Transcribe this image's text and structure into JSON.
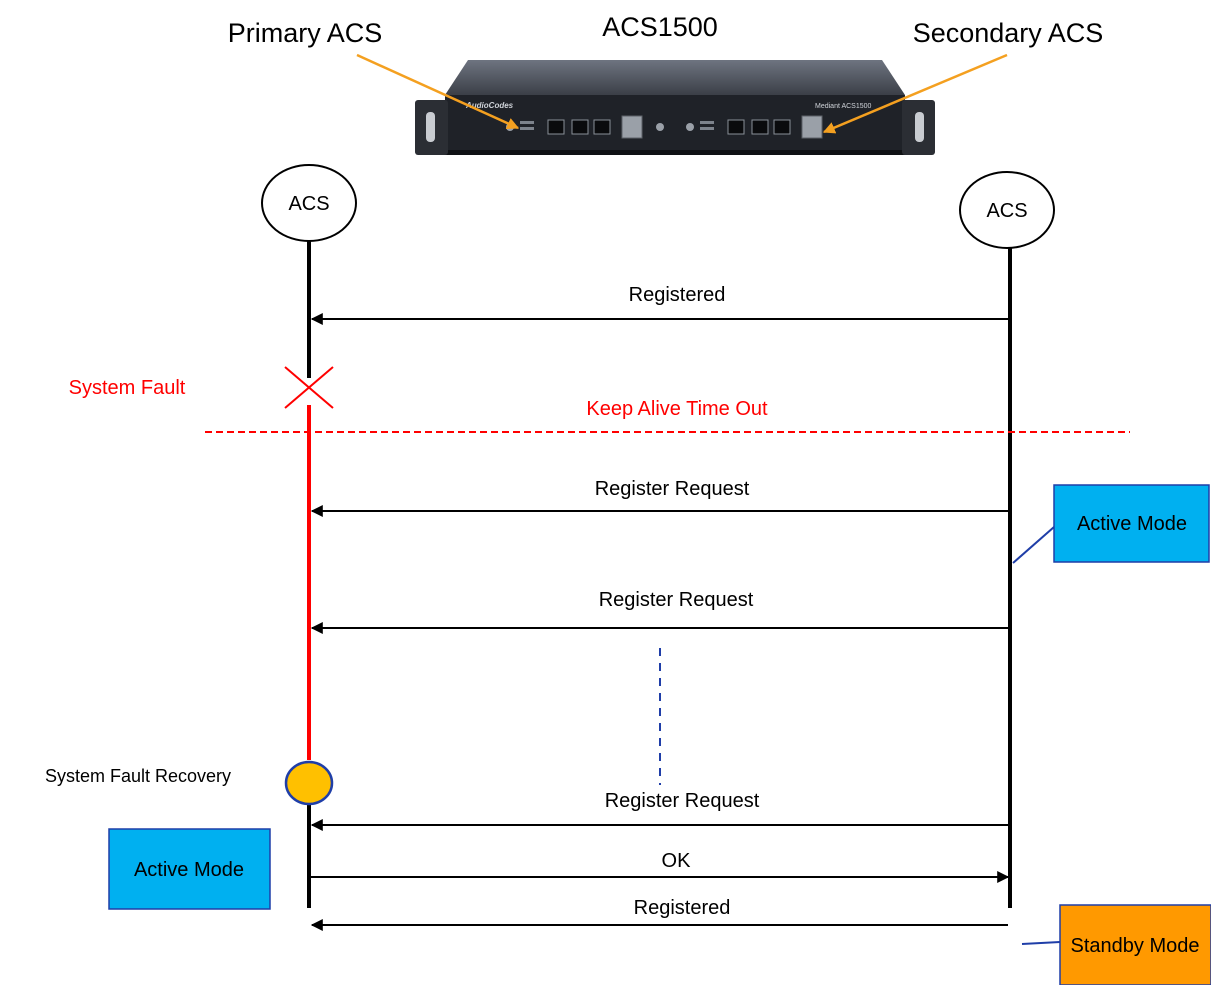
{
  "device": {
    "title": "ACS1500",
    "primary_label": "Primary ACS",
    "secondary_label": "Secondary  ACS",
    "brand_text": "AudioCodes",
    "model_text": "Mediant ACS1500"
  },
  "nodes": {
    "left": "ACS",
    "right": "ACS"
  },
  "events": {
    "system_fault": "System Fault",
    "keep_alive": "Keep Alive Time Out",
    "recovery": "System Fault  Recovery"
  },
  "messages": [
    {
      "label": "Registered",
      "direction": "right-to-left"
    },
    {
      "label": "Register Request",
      "direction": "right-to-left"
    },
    {
      "label": "Register Request",
      "direction": "right-to-left"
    },
    {
      "label": "Register Request",
      "direction": "right-to-left"
    },
    {
      "label": "OK",
      "direction": "left-to-right"
    },
    {
      "label": "Registered",
      "direction": "right-to-left"
    }
  ],
  "modes": {
    "right_active": "Active Mode",
    "left_active": "Active Mode",
    "standby": "Standby Mode"
  },
  "colors": {
    "fault": "#ff0000",
    "mode_active": "#00b0f0",
    "mode_standby": "#ff9900",
    "callout_arrow": "#f4a020",
    "recovery_fill": "#ffc000",
    "recovery_stroke": "#1f3ea8",
    "dotted": "#1f3ea8"
  }
}
